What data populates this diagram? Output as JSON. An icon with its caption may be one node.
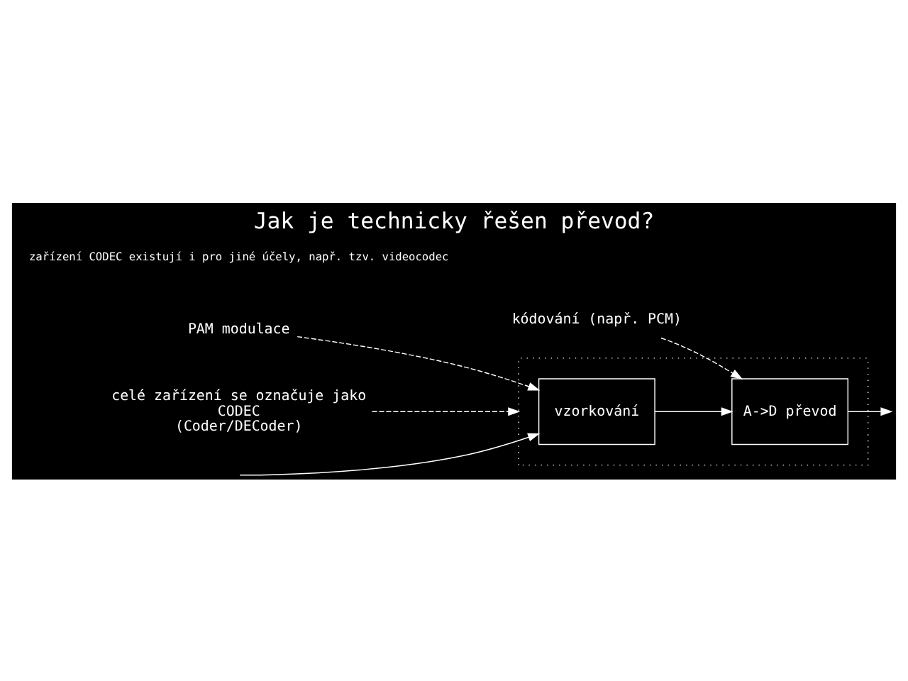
{
  "diagram": {
    "title": "Jak je technicky řešen převod?",
    "nodes": [
      {
        "text": [],
        "shape": "box"
      },
      {
        "text": [
          "vzorkování"
        ],
        "in": 0
      },
      {
        "text": [
          "A->D převod"
        ],
        "in": 0
      },
      {
        "text": [
          "PAM modulace"
        ]
      },
      {
        "text": [
          "kódování (např. PCM)"
        ]
      },
      {
        "text": [
          "celé zařízení se označuje jako",
          "CODEC",
          "(Coder/DECoder)"
        ]
      }
    ],
    "edges": [
      {
        "from": null,
        "to": 1,
        "arrow": "to"
      },
      {
        "from": 1,
        "to": 2,
        "arrow": "to"
      },
      {
        "from": 2,
        "to": null,
        "arrow": "to"
      },
      {
        "from": 3,
        "to": 1,
        "arrow": "to",
        "style": "dashed"
      },
      {
        "from": 4,
        "to": 2,
        "arrow": "to",
        "style": "dashed"
      },
      {
        "from": 5,
        "to": 0,
        "arrow": "to",
        "style": "dashed"
      }
    ],
    "labels": [
      "zařízení CODEC existují i pro jiné účely, např. tzv. videocodec"
    ]
  }
}
